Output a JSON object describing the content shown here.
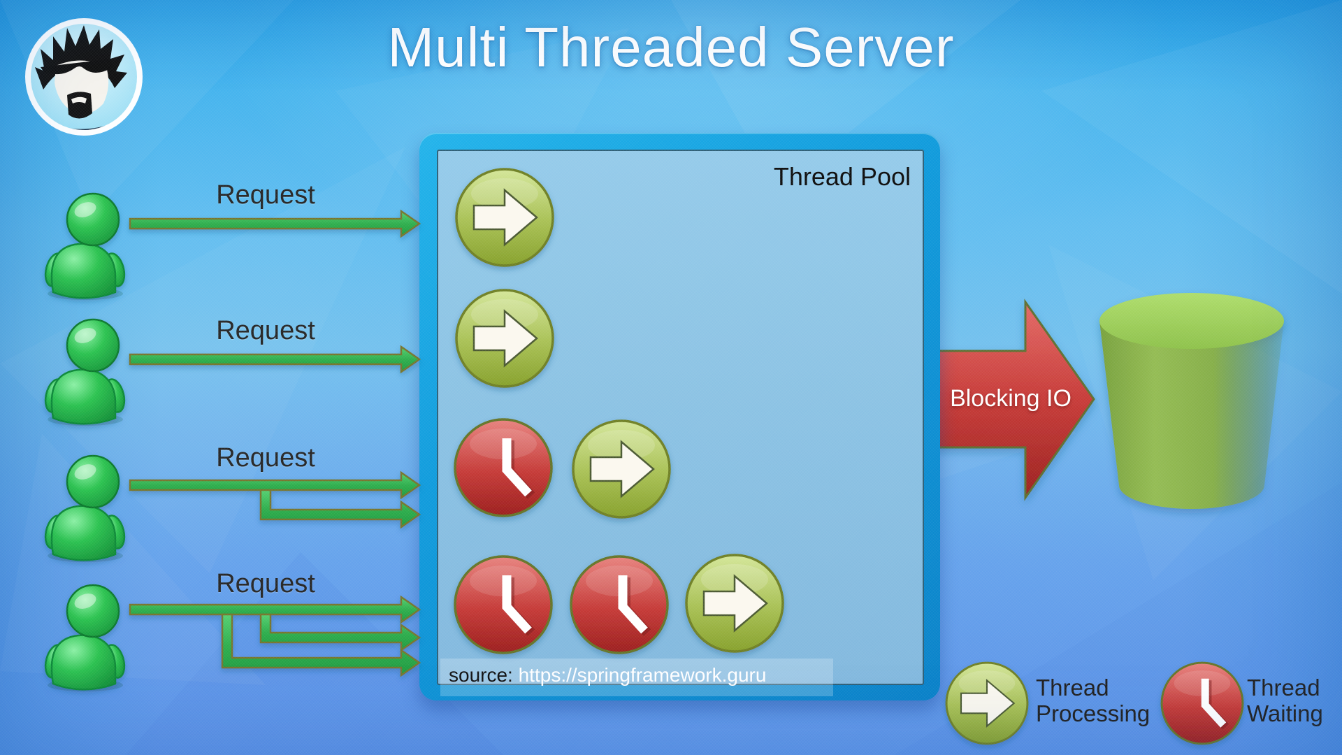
{
  "title": "Multi Threaded Server",
  "thread_pool": {
    "label": "Thread Pool",
    "rows": [
      [
        "processing"
      ],
      [
        "processing"
      ],
      [
        "waiting",
        "processing"
      ],
      [
        "waiting",
        "waiting",
        "processing"
      ]
    ],
    "source_prefix": "source:",
    "source_url": "https://springframework.guru"
  },
  "requests": [
    {
      "label": "Request",
      "arrows": 1
    },
    {
      "label": "Request",
      "arrows": 1
    },
    {
      "label": "Request",
      "arrows": 2
    },
    {
      "label": "Request",
      "arrows": 3
    }
  ],
  "blocking_io": {
    "label": "Blocking IO"
  },
  "legend": [
    {
      "icon": "thread-processing-icon",
      "line1": "Thread",
      "line2": "Processing"
    },
    {
      "icon": "thread-waiting-icon",
      "line1": "Thread",
      "line2": "Waiting"
    }
  ],
  "icons": {
    "thread_processing": "green circle with white right arrow",
    "thread_waiting": "red circle with white clock",
    "client": "green person figure",
    "database": "green cylinder",
    "avatar": "cartoon man with sunglasses and goatee"
  },
  "colors": {
    "background_top": "#259FE4",
    "background_bottom": "#5E95E8",
    "pool_border": "#109BDC",
    "pool_panel": "#8AC1E3",
    "request_arrow": "#2FAF4E",
    "processing_circle": "#9DB93C",
    "waiting_circle": "#C23030",
    "blocking_arrow": "#C03030",
    "database_green": "#8CB14C",
    "title_text": "#FFFFFF"
  }
}
